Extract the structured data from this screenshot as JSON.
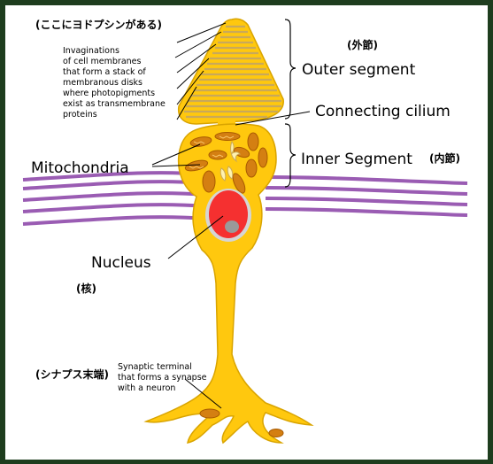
{
  "labels": {
    "opsin_note": "(ここにヨドプシンがある)",
    "invagination_line1": "Invaginations",
    "invagination_line2": "of cell membranes",
    "invagination_line3": "that form a stack of",
    "invagination_line4": "membranous disks",
    "invagination_line5": "where photopigments",
    "invagination_line6": "exist as transmembrane",
    "invagination_line7": "proteins",
    "outer_jp": "(外節)",
    "outer_segment": "Outer segment",
    "connecting_cilium": "Connecting cilium",
    "mitochondria": "Mitochondria",
    "inner_segment": "Inner Segment",
    "inner_jp": "(内節)",
    "nucleus": "Nucleus",
    "nucleus_jp": "(核)",
    "synapse_jp": "(シナプス末端)",
    "synaptic_line1": "Synaptic terminal",
    "synaptic_line2": "that forms a synapse",
    "synaptic_line3": "with a neuron"
  },
  "colors": {
    "cell": "#ffc80e",
    "cell_outline": "#d9a400",
    "disks": "#c9a95a",
    "membrane": "#9a5cb3",
    "nucleus": "#f53030",
    "nucleolus": "#9a9a9a",
    "mitochondria": "#d47f12",
    "frame": "#1e3d1e"
  }
}
